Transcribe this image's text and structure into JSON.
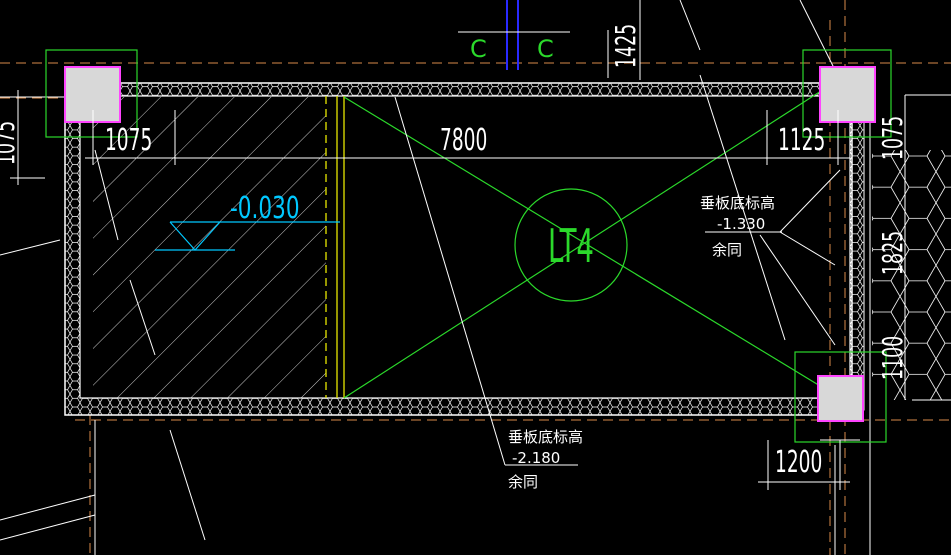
{
  "drawing": {
    "beam_tag": "C",
    "slab_label": "LT4",
    "elevation_mark": "-0.030",
    "note_left": {
      "title": "垂板底标高",
      "value": "-2.180",
      "suffix": "余同"
    },
    "note_right": {
      "title": "垂板底标高",
      "value": "-1.330",
      "suffix": "余同"
    },
    "dims": {
      "top_left": "1075",
      "top_mid": "7800",
      "top_right": "1125",
      "bottom_right": "1200",
      "top_vertical": "1425",
      "right_upper": "1075",
      "right_mid": "1825",
      "right_lower": "1100",
      "left_vertical": "1075"
    },
    "colors": {
      "background": "#000000",
      "wall": "#ffffff",
      "column_fill": "#d8d8d8",
      "column_border": "#ff44ff",
      "green": "#2bd92b",
      "cyan": "#00c8ff",
      "blue": "#2a2aff",
      "yellow": "#e6e600",
      "orange_dash": "#d98a4a"
    }
  }
}
